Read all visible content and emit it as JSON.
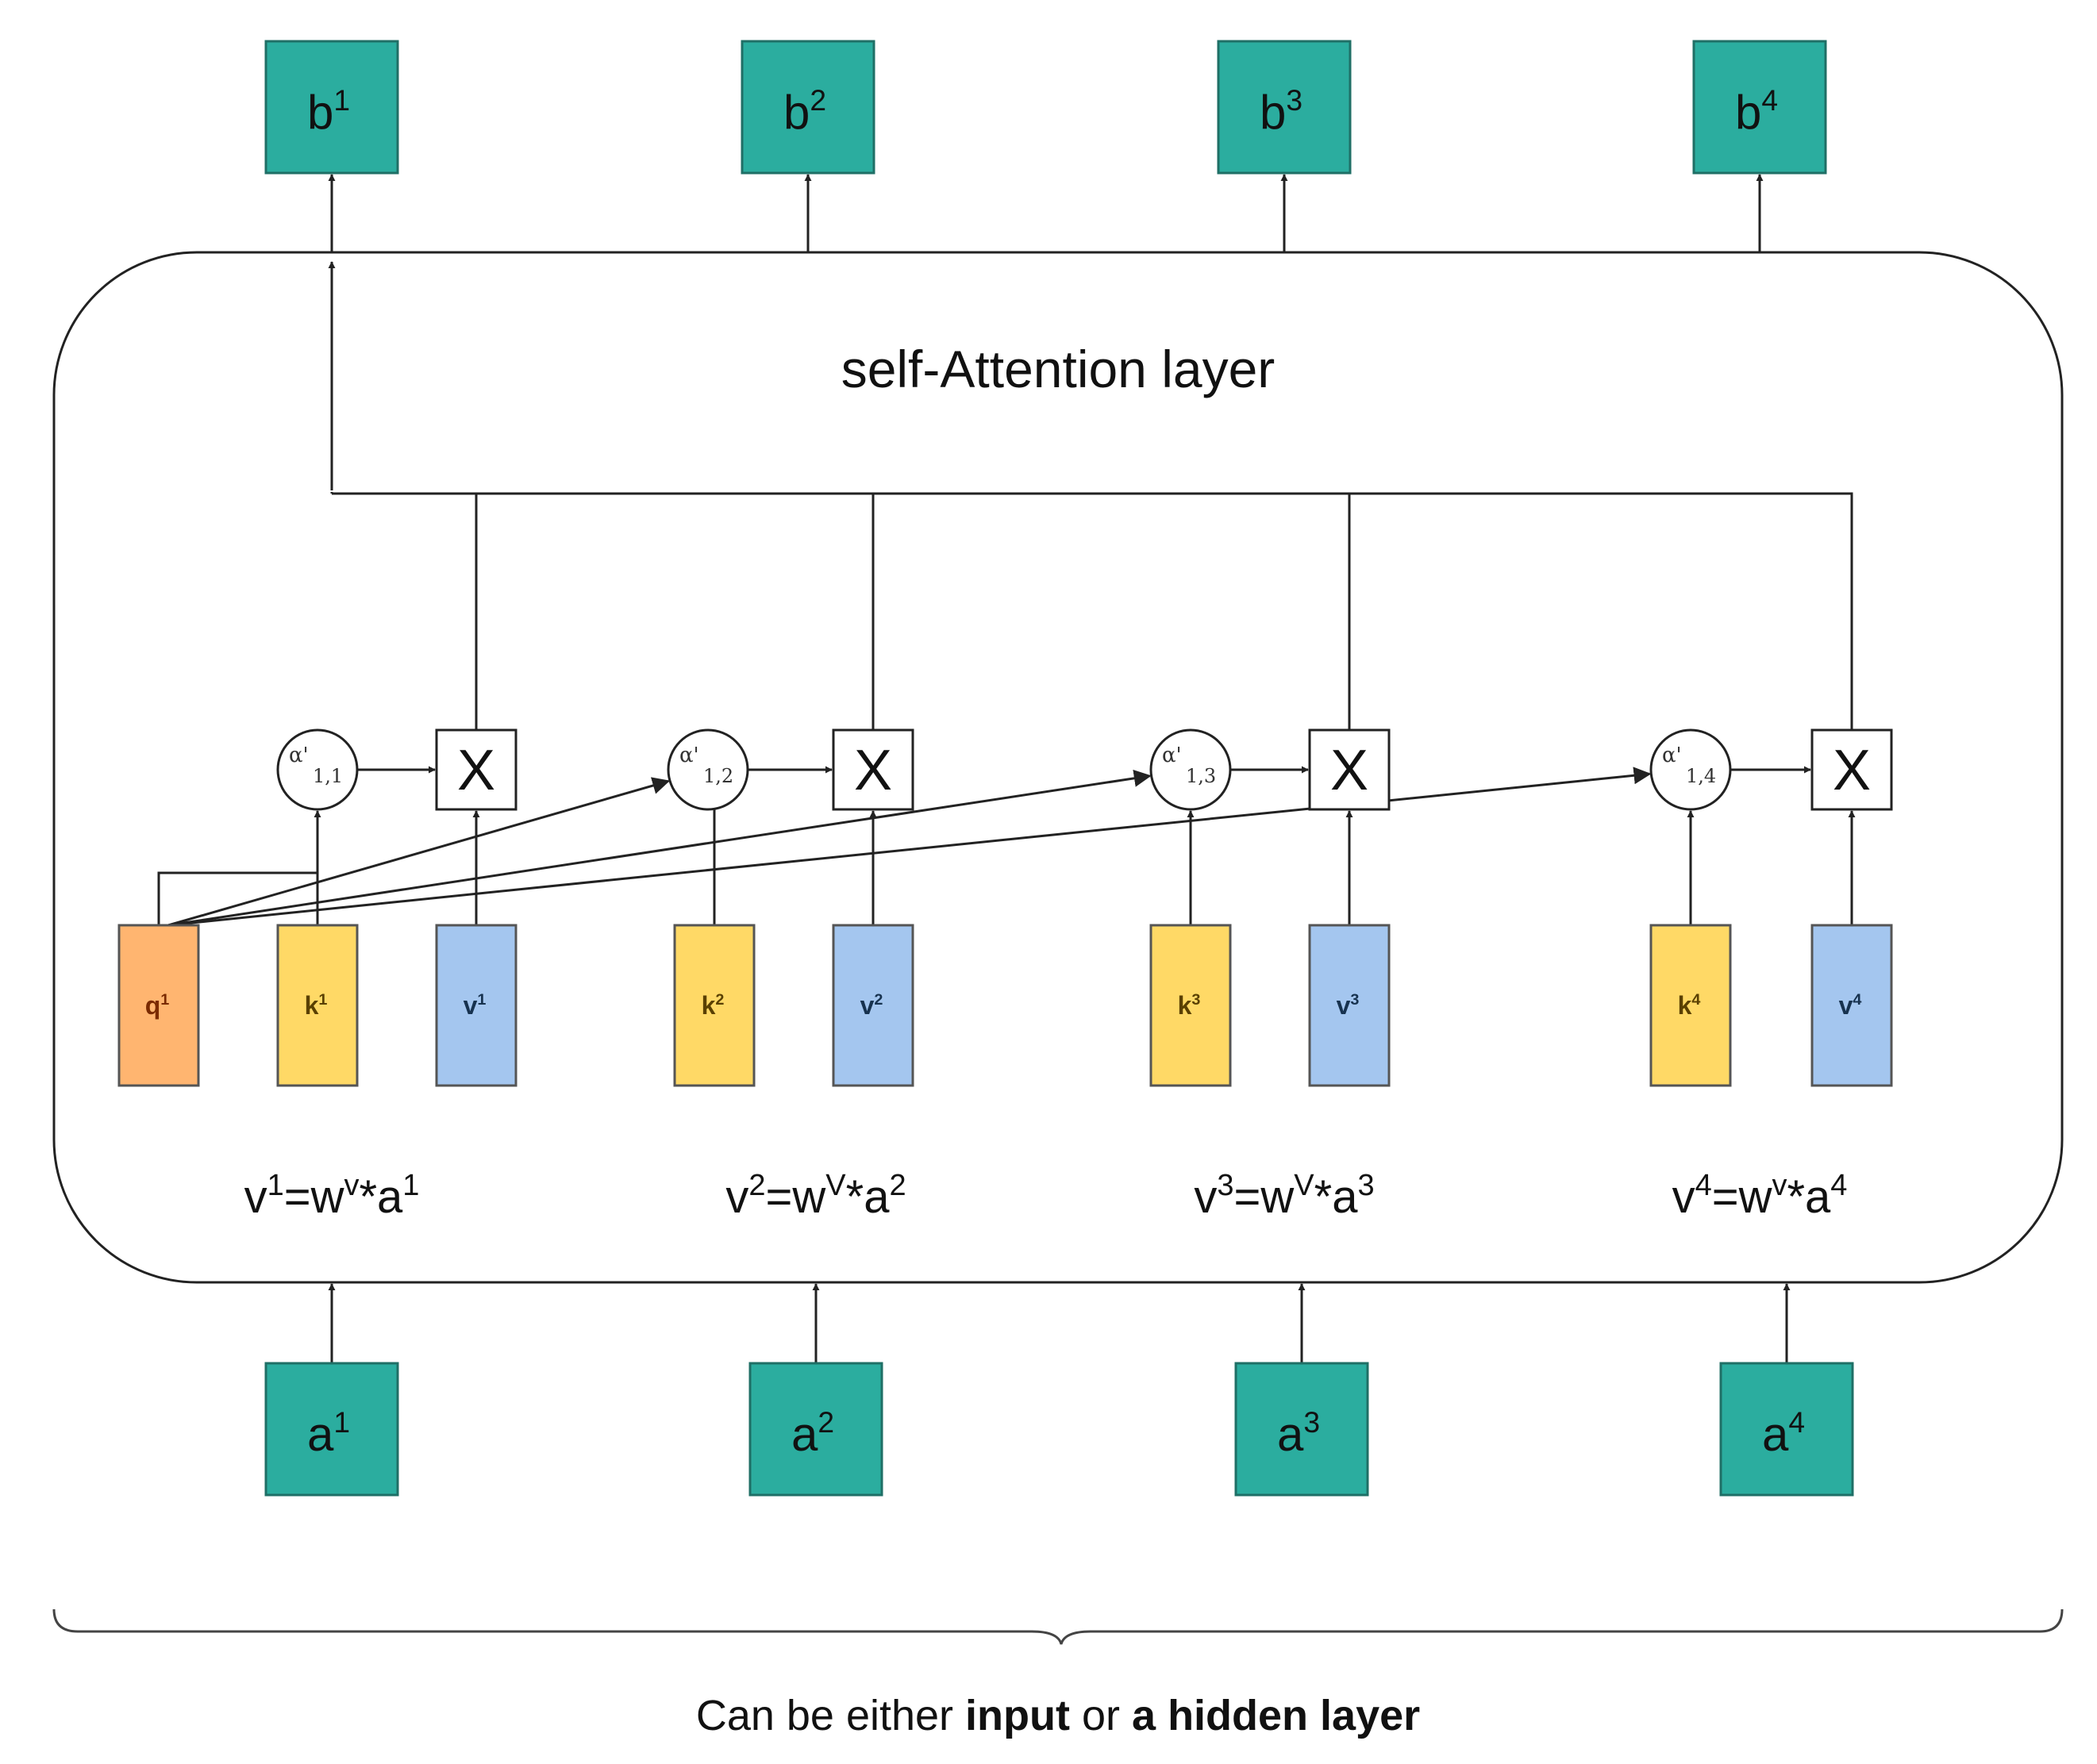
{
  "colors": {
    "teal": "#2bad9f",
    "query": "#ffb570",
    "key": "#ffd966",
    "value": "#a4c6ef",
    "stroke": "#222222"
  },
  "layer_title": "self-Attention layer",
  "outputs": [
    {
      "base": "b",
      "sup": "1"
    },
    {
      "base": "b",
      "sup": "2"
    },
    {
      "base": "b",
      "sup": "3"
    },
    {
      "base": "b",
      "sup": "4"
    }
  ],
  "inputs": [
    {
      "base": "a",
      "sup": "1"
    },
    {
      "base": "a",
      "sup": "2"
    },
    {
      "base": "a",
      "sup": "3"
    },
    {
      "base": "a",
      "sup": "4"
    }
  ],
  "query": {
    "base": "q",
    "sup": "1"
  },
  "keys": [
    {
      "base": "k",
      "sup": "1"
    },
    {
      "base": "k",
      "sup": "2"
    },
    {
      "base": "k",
      "sup": "3"
    },
    {
      "base": "k",
      "sup": "4"
    }
  ],
  "values": [
    {
      "base": "v",
      "sup": "1"
    },
    {
      "base": "v",
      "sup": "2"
    },
    {
      "base": "v",
      "sup": "3"
    },
    {
      "base": "v",
      "sup": "4"
    }
  ],
  "attention_weights": [
    {
      "symbol": "α'",
      "sub": "1,1"
    },
    {
      "symbol": "α'",
      "sub": "1,2"
    },
    {
      "symbol": "α'",
      "sub": "1,3"
    },
    {
      "symbol": "α'",
      "sub": "1,4"
    }
  ],
  "multiply_symbol": "X",
  "formulas": [
    {
      "lhs": "v",
      "lhs_sup": "1",
      "eq": "=w",
      "w_sup": "v",
      "op": "*a",
      "rhs_sup": "1"
    },
    {
      "lhs": "v",
      "lhs_sup": "2",
      "eq": "=w",
      "w_sup": "V",
      "op": "*a",
      "rhs_sup": "2"
    },
    {
      "lhs": "v",
      "lhs_sup": "3",
      "eq": "=w",
      "w_sup": "V",
      "op": "*a",
      "rhs_sup": "3"
    },
    {
      "lhs": "v",
      "lhs_sup": "4",
      "eq": "=w",
      "w_sup": "v",
      "op": "*a",
      "rhs_sup": "4"
    }
  ],
  "caption": {
    "part1": "Can be either ",
    "bold1": "input",
    "part2": " or ",
    "bold2": "a hidden layer"
  }
}
